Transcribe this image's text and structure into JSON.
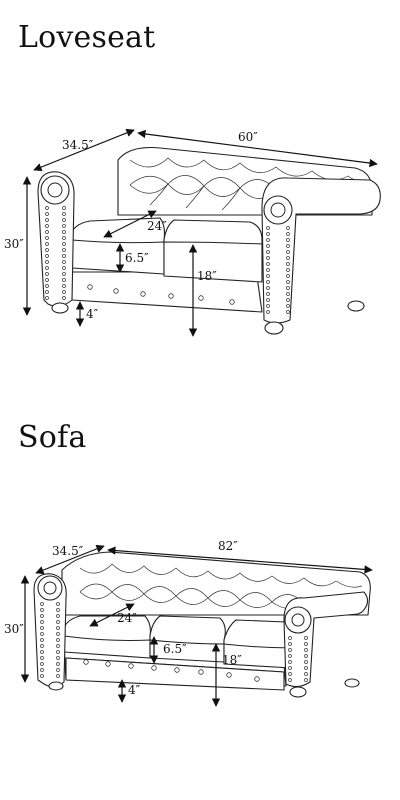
{
  "loveseat": {
    "title": "Loveseat",
    "dims": {
      "depth": "34.5″",
      "width": "60″",
      "height": "30″",
      "seat_depth": "24″",
      "cushion_thickness": "6.5″",
      "seat_height": "18″",
      "leg_height": "4″"
    }
  },
  "sofa": {
    "title": "Sofa",
    "dims": {
      "depth": "34.5″",
      "width": "82″",
      "height": "30″",
      "seat_depth": "24″",
      "cushion_thickness": "6.5″",
      "seat_height": "18″",
      "leg_height": "4″"
    }
  }
}
